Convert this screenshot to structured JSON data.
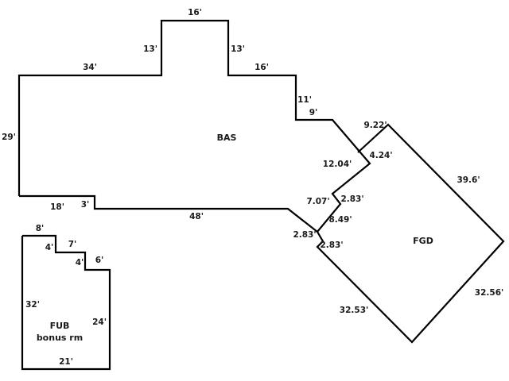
{
  "title": "Floor plan sketch",
  "colors": {
    "line": "#000000",
    "text": "#1a1a1a",
    "background": "#ffffff"
  },
  "areas": [
    {
      "code": "BAS",
      "label_lines": [
        "BAS"
      ],
      "segments": [
        "34'",
        "13'",
        "16'",
        "13'",
        "16'",
        "11'",
        "9'",
        "9.22'",
        "4.24'",
        "12.04'",
        "2.83'",
        "7.07'",
        "8.49'",
        "2.83'",
        "48'",
        "3'",
        "18'",
        "29'"
      ]
    },
    {
      "code": "FGD",
      "label_lines": [
        "FGD"
      ],
      "segments": [
        "9.22'",
        "39.6'",
        "32.56'",
        "32.53'",
        "2.83'",
        "2.83'"
      ]
    },
    {
      "code": "FUB",
      "label_lines": [
        "FUB",
        "bonus rm"
      ],
      "segments": [
        "8'",
        "4'",
        "7'",
        "4'",
        "6'",
        "24'",
        "21'",
        "32'"
      ]
    }
  ],
  "dimensions": {
    "bas_top_left": "34'",
    "bas_bump_left": "13'",
    "bas_bump_top": "16'",
    "bas_bump_right": "13'",
    "bas_step_top": "16'",
    "bas_step_right": "11'",
    "bas_step_bottom": "9'",
    "bas_left": "29'",
    "bas_bottom_left": "18'",
    "bas_bottom_step": "3'",
    "bas_bottom": "48'",
    "fgd_top_left": "9.22'",
    "fgd_notch": "4.24'",
    "bas_diag_long": "12.04'",
    "bas_diag_mid": "7.07'",
    "zig_upper": "2.83'",
    "zig_mid": "8.49'",
    "zig_lower_left": "2.83'",
    "zig_lower_right": "2.83'",
    "fgd_right_top": "39.6'",
    "fgd_right_bottom": "32.56'",
    "fgd_left_bottom": "32.53'",
    "fub_top": "8'",
    "fub_step1_v": "4'",
    "fub_step1_h": "7'",
    "fub_step2_v": "4'",
    "fub_step2_h": "6'",
    "fub_left": "32'",
    "fub_right": "24'",
    "fub_bottom": "21'"
  }
}
